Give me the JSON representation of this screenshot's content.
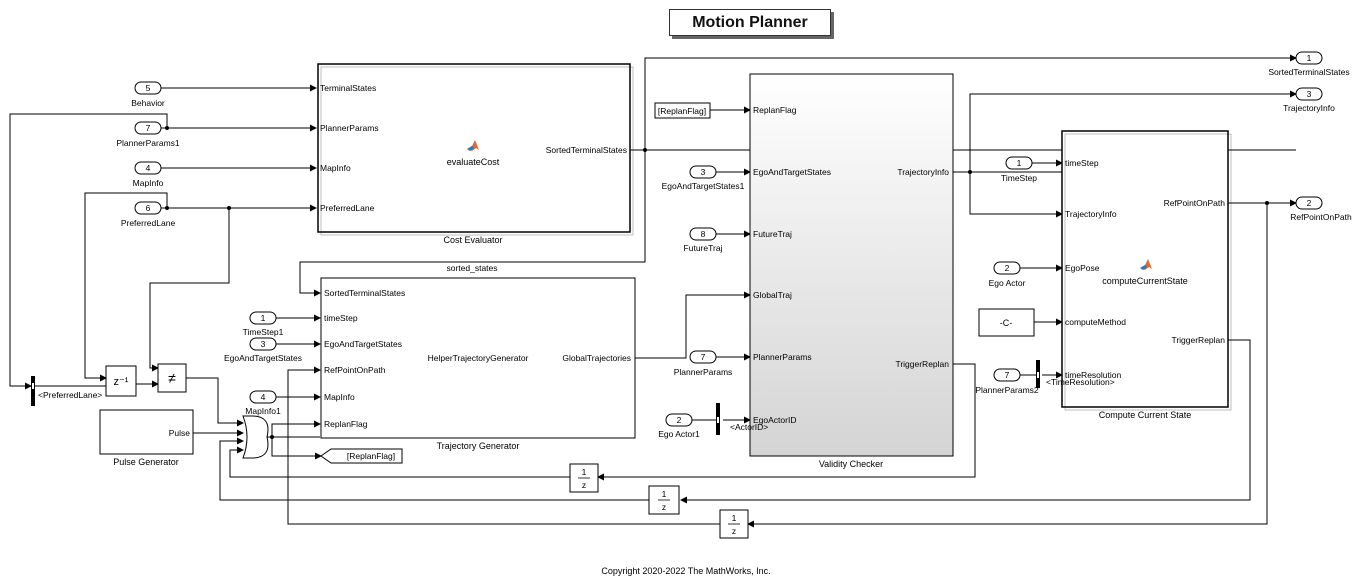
{
  "title": "Motion Planner",
  "copyright": "Copyright 2020-2022 The MathWorks, Inc.",
  "inports": {
    "behavior": {
      "num": "5",
      "name": "Behavior"
    },
    "plannerParams1": {
      "num": "7",
      "name": "PlannerParams1"
    },
    "mapInfo": {
      "num": "4",
      "name": "MapInfo"
    },
    "preferredLane": {
      "num": "6",
      "name": "PreferredLane"
    },
    "timeStep1": {
      "num": "1",
      "name": "TimeStep1"
    },
    "egoAndTargetStates": {
      "num": "3",
      "name": "EgoAndTargetStates"
    },
    "mapInfo1": {
      "num": "4",
      "name": "MapInfo1"
    },
    "egoAndTargetStates1": {
      "num": "3",
      "name": "EgoAndTargetStates1"
    },
    "futureTraj": {
      "num": "8",
      "name": "FutureTraj"
    },
    "plannerParams": {
      "num": "7",
      "name": "PlannerParams"
    },
    "egoActor1": {
      "num": "2",
      "name": "Ego Actor1"
    },
    "timeStep": {
      "num": "1",
      "name": "TimeStep"
    },
    "egoActor": {
      "num": "2",
      "name": "Ego Actor"
    },
    "plannerParams2": {
      "num": "7",
      "name": "PlannerParams2"
    }
  },
  "outports": {
    "sortedTerminalStates": {
      "num": "1",
      "name": "SortedTerminalStates"
    },
    "trajectoryInfo": {
      "num": "3",
      "name": "TrajectoryInfo"
    },
    "refPointOnPath": {
      "num": "2",
      "name": "RefPointOnPath"
    }
  },
  "blocks": {
    "costEvaluator": {
      "name": "Cost Evaluator",
      "function": "evaluateCost",
      "inputs": [
        "TerminalStates",
        "PlannerParams",
        "MapInfo",
        "PreferredLane"
      ],
      "outputs": [
        "SortedTerminalStates"
      ]
    },
    "trajectoryGenerator": {
      "name": "Trajectory Generator",
      "function": "HelperTrajectoryGenerator",
      "inputs": [
        "SortedTerminalStates",
        "timeStep",
        "EgoAndTargetStates",
        "RefPointOnPath",
        "MapInfo",
        "ReplanFlag"
      ],
      "outputs": [
        "GlobalTrajectories"
      ]
    },
    "validityChecker": {
      "name": "Validity Checker",
      "inputs": [
        "ReplanFlag",
        "EgoAndTargetStates",
        "FutureTraj",
        "GlobalTraj",
        "PlannerParams",
        "EgoActorID"
      ],
      "outputs": [
        "TrajectoryInfo",
        "TriggerReplan"
      ]
    },
    "computeCurrentState": {
      "name": "Compute Current State",
      "function": "computeCurrentState",
      "inputs": [
        "timeStep",
        "TrajectoryInfo",
        "EgoPose",
        "computeMethod",
        "timeResolution"
      ],
      "outputs": [
        "RefPointOnPath",
        "TriggerReplan"
      ]
    },
    "pulseGenerator": {
      "name": "Pulse Generator",
      "port": "Pulse"
    },
    "unitDelay": "z⁻¹",
    "notEqual": "≠",
    "constant": "-C-",
    "delays": {
      "num": "1",
      "den": "z"
    }
  },
  "labels": {
    "sortedStates": "sorted_states",
    "replanFlagFrom": "[ReplanFlag]",
    "replanFlagGoto": "[ReplanFlag]",
    "preferredLaneSel": "<PreferredLane>",
    "actorIdSel": "<ActorID>",
    "timeResSel": "<TimeResolution>"
  }
}
